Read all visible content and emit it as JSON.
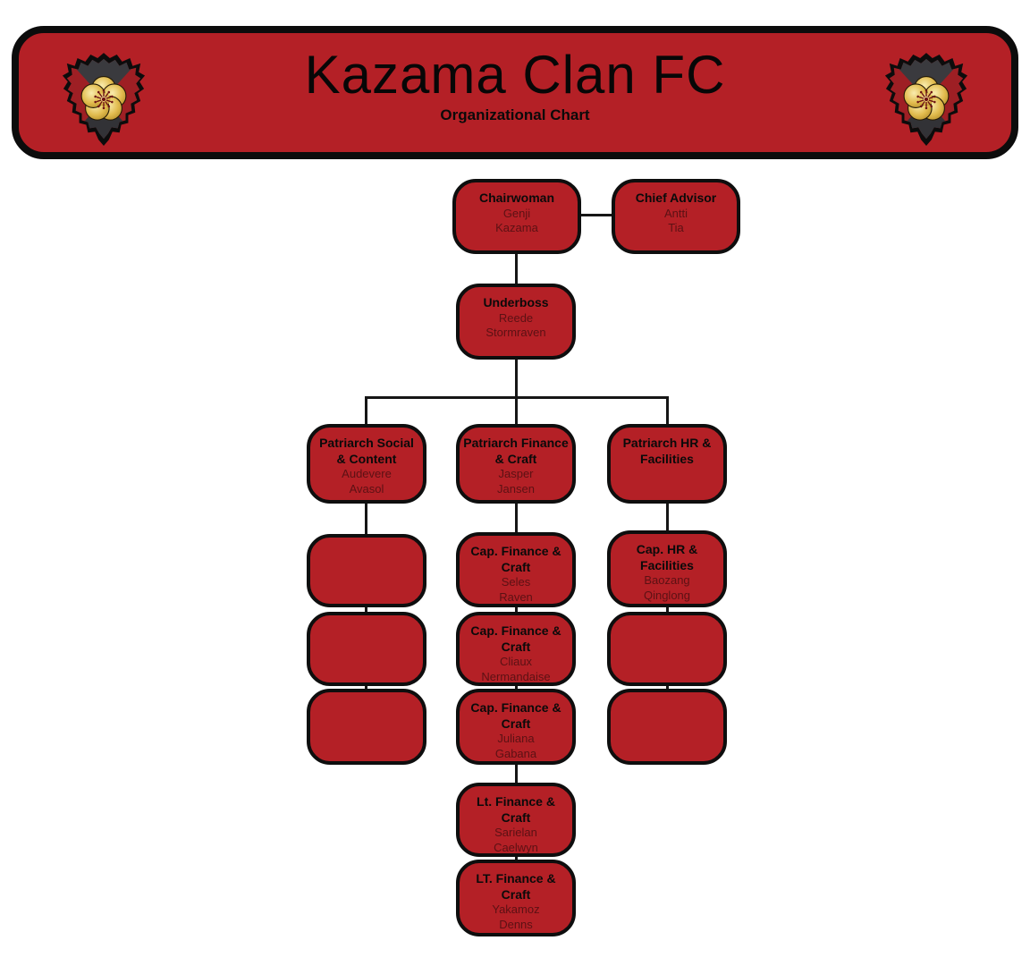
{
  "header": {
    "title": "Kazama Clan FC",
    "subtitle": "Organizational Chart",
    "crest_icon": "kazama-clan-crest"
  },
  "colors": {
    "banner_fill": "#b42026",
    "box_fill": "#b42026",
    "box_border": "#0e0e0e",
    "connector": "#161616",
    "title_text": "#0a0a0a",
    "name_text": "#5c1114",
    "crest_gold": "#e2bc4f",
    "crest_dark_quadrant": "#3a3a3e",
    "crest_red_quadrant": "#9e1f24",
    "page_background": "#ffffff"
  },
  "nodes": {
    "chairwoman": {
      "title": "Chairwoman",
      "first": "Genji",
      "last": "Kazama"
    },
    "chief_advisor": {
      "title": "Chief Advisor",
      "first": "Antti",
      "last": "Tia"
    },
    "underboss": {
      "title": "Underboss",
      "first": "Reede",
      "last": "Stormraven"
    },
    "patriarch_social": {
      "title": "Patriarch Social & Content",
      "first": "Audevere",
      "last": "Avasol"
    },
    "patriarch_finance": {
      "title": "Patriarch Finance & Craft",
      "first": "Jasper",
      "last": "Jansen"
    },
    "patriarch_hr": {
      "title": "Patriarch HR & Facilities",
      "first": "",
      "last": ""
    },
    "social_cap_1": {
      "title": "",
      "first": "",
      "last": ""
    },
    "social_cap_2": {
      "title": "",
      "first": "",
      "last": ""
    },
    "social_cap_3": {
      "title": "",
      "first": "",
      "last": ""
    },
    "finance_cap_1": {
      "title": "Cap. Finance & Craft",
      "first": "Seles",
      "last": "Raven"
    },
    "finance_cap_2": {
      "title": "Cap. Finance & Craft",
      "first": "Cliaux",
      "last": "Nermandaise"
    },
    "finance_cap_3": {
      "title": "Cap. Finance & Craft",
      "first": "Juliana",
      "last": "Gabana"
    },
    "hr_cap_1": {
      "title": "Cap. HR & Facilities",
      "first": "Baozang",
      "last": "Qinglong"
    },
    "hr_cap_2": {
      "title": "",
      "first": "",
      "last": ""
    },
    "hr_cap_3": {
      "title": "",
      "first": "",
      "last": ""
    },
    "finance_lt_1": {
      "title": "Lt. Finance & Craft",
      "first": "Sarielan",
      "last": "Caelwyn"
    },
    "finance_lt_2": {
      "title": "LT. Finance & Craft",
      "first": "Yakamoz",
      "last": "Denns"
    }
  }
}
